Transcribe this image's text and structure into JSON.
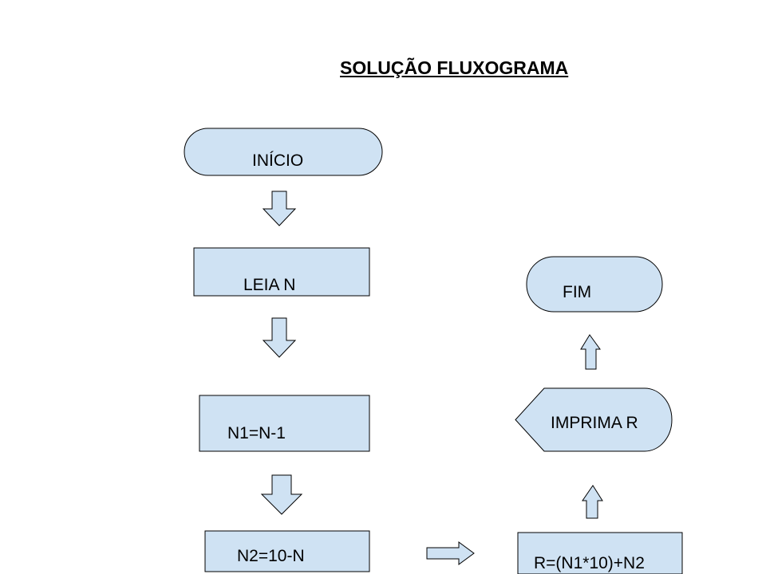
{
  "title": "SOLUÇÃO FLUXOGRAMA",
  "colors": {
    "shape_fill": "#cfe2f3",
    "stroke": "#000000",
    "text": "#000000"
  },
  "nodes": {
    "start": "INÍCIO",
    "read": "LEIA N",
    "step1": "N1=N-1",
    "step2": "N2=10-N",
    "compute": "R=(N1*10)+N2",
    "print": "IMPRIMA R",
    "end": "FIM"
  }
}
